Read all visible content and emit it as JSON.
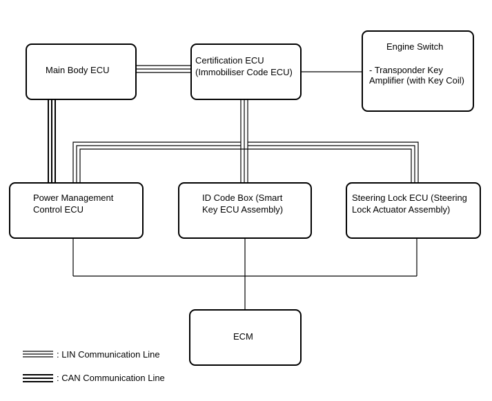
{
  "nodes": {
    "main_body_ecu": {
      "label": "Main Body ECU"
    },
    "certification_ecu": {
      "line1": "Certification ECU",
      "line2": "(Immobiliser Code ECU)"
    },
    "engine_switch": {
      "line1": "Engine Switch",
      "line2": "- Transponder Key",
      "line3": "Amplifier (with Key Coil)"
    },
    "power_management": {
      "line1": "Power Management",
      "line2": "Control ECU"
    },
    "id_code_box": {
      "line1": "ID Code Box (Smart",
      "line2": "Key ECU Assembly)"
    },
    "steering_lock": {
      "line1": "Steering Lock ECU (Steering",
      "line2": "Lock Actuator Assembly)"
    },
    "ecm": {
      "label": "ECM"
    }
  },
  "legend": {
    "lin_label": ": LIN Communication Line",
    "can_label": ": CAN Communication Line"
  },
  "colors": {
    "line": "#000000",
    "background": "#ffffff"
  }
}
